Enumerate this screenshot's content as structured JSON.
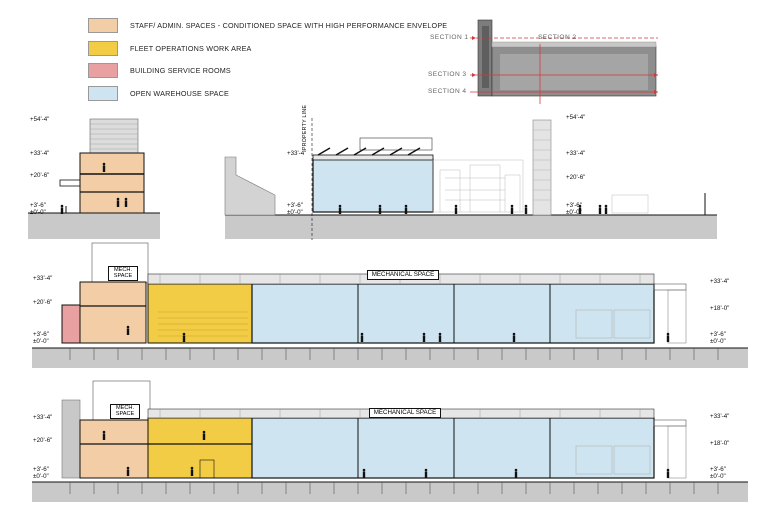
{
  "legend": [
    {
      "label": "STAFF/ ADMIN. SPACES - CONDITIONED SPACE WITH HIGH PERFORMANCE ENVELOPE",
      "color": "#f2cda6"
    },
    {
      "label": "FLEET OPERATIONS WORK AREA",
      "color": "#f2cc45"
    },
    {
      "label": "BUILDING SERVICE ROOMS",
      "color": "#e8a0a0"
    },
    {
      "label": "OPEN WAREHOUSE SPACE",
      "color": "#cfe4f1"
    }
  ],
  "key_plan": {
    "section_labels": [
      "SECTION 1",
      "SECTION 2",
      "SECTION 3",
      "SECTION 4"
    ]
  },
  "levels": {
    "l54": "+54'-4\"",
    "l33": "+33'-4\"",
    "l20": "+20'-6\"",
    "l18": "+18'-0\"",
    "l3": "+3'-6\"",
    "l0": "±0'-0\""
  },
  "labels": {
    "property_line": "PROPERTY LINE",
    "mech_space_1": "MECH.",
    "mech_space_2": "SPACE",
    "mechanical_space": "MECHANICAL SPACE"
  },
  "colors": {
    "staff": "#f2cda6",
    "fleet": "#f2cc45",
    "service": "#e8a0a0",
    "warehouse": "#cfe4f1",
    "ground": "#c9c9c9",
    "line": "#111111",
    "section_line": "#d43a3a"
  }
}
